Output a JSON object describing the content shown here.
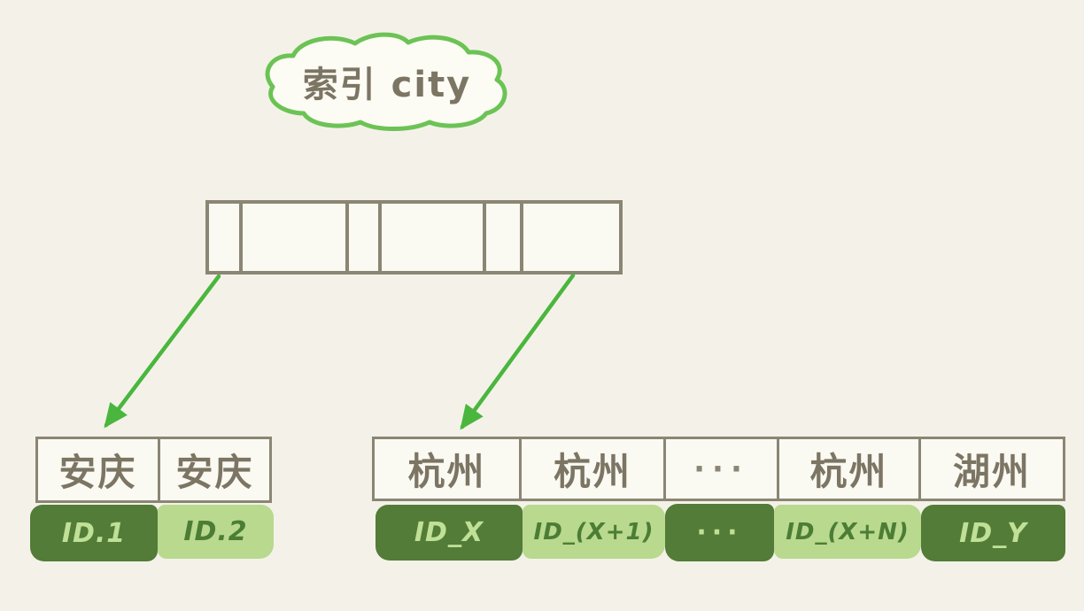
{
  "title": {
    "label": "索引 city"
  },
  "root_node": {
    "cells": [
      "",
      "",
      "",
      "",
      "",
      ""
    ]
  },
  "left_leaf": {
    "keys": [
      "安庆",
      "安庆"
    ],
    "ids": [
      {
        "label": "ID.1",
        "variant": "dark"
      },
      {
        "label": "ID.2",
        "variant": "light"
      }
    ]
  },
  "right_leaf": {
    "keys": [
      "杭州",
      "杭州",
      "···",
      "杭州",
      "湖州"
    ],
    "ids": [
      {
        "label": "ID_X",
        "variant": "dark"
      },
      {
        "label": "ID_(X+1)",
        "variant": "light"
      },
      {
        "label": "···",
        "variant": "dark"
      },
      {
        "label": "ID_(X+N)",
        "variant": "light"
      },
      {
        "label": "ID_Y",
        "variant": "dark"
      }
    ]
  },
  "colors": {
    "background": "#f4f2e8",
    "cloud-stroke": "#6cc355",
    "cloud-fill": "#fcfbf4",
    "ink": "#7c7564",
    "line": "#8b8574",
    "cell-fill": "#faf9f2",
    "green-dark": "#527c38",
    "green-light": "#b8d98e",
    "text-on-dark": "#bfe096",
    "text-on-light": "#4c7d35",
    "arrow": "#4ab63e"
  }
}
